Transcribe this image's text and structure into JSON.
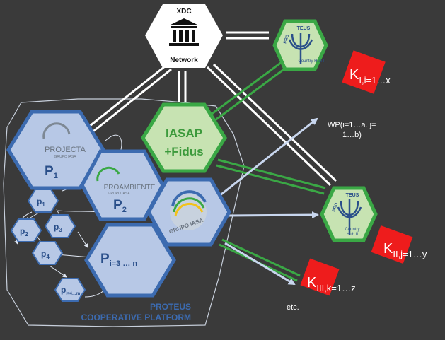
{
  "network": {
    "title": "XDC",
    "subtitle": "Network",
    "icon": "bank-icon"
  },
  "hubs": [
    {
      "label_top": "TEUS",
      "label_side": "PRO",
      "label_bottom": "Country Hub I",
      "icon": "trident-icon"
    },
    {
      "label_top": "TEUS",
      "label_side": "PRO",
      "label_bottom": "Country Hub II",
      "icon": "trident-icon"
    }
  ],
  "keys": [
    {
      "base": "K",
      "sub": "I,i=1…x"
    },
    {
      "base": "K",
      "sub": "II,j=1…y"
    },
    {
      "base": "K",
      "sub": "III,k=1…z"
    }
  ],
  "etc_label": "etc.",
  "wp_label": {
    "line1": "WP(i=1…a. j=",
    "line2": "1…b)"
  },
  "iasap": {
    "line1": "IASAP",
    "line2": "+Fidus"
  },
  "platform": {
    "line1": "PROTEUS",
    "line2": "COOPERATIVE PLATFORM"
  },
  "projects": [
    {
      "logo": "PROJECTA",
      "logo_sub": "GRUPO IASA",
      "base": "P",
      "sub": "1"
    },
    {
      "logo": "PROAMBIENTE",
      "logo_sub": "GRUPO IASA",
      "base": "P",
      "sub": "2"
    },
    {
      "logo": "GRUPO IASA",
      "base": "",
      "sub": ""
    },
    {
      "base": "P",
      "sub": "i=3 … n"
    }
  ],
  "small_projects": [
    {
      "base": "p",
      "sub": "1"
    },
    {
      "base": "p",
      "sub": "2"
    },
    {
      "base": "p",
      "sub": "3"
    },
    {
      "base": "p",
      "sub": "4"
    },
    {
      "base": "p",
      "sub": "i=4…m"
    }
  ],
  "colors": {
    "background": "#3a3a3a",
    "hex_fill": "#b7c8e6",
    "hex_stroke": "#3c6bb0",
    "green": "#3aa845",
    "green_fill": "#c7e3b2",
    "red": "#ee1c1c",
    "platform_text": "#3c6bb0",
    "iasap_text": "#3c9a3c"
  }
}
